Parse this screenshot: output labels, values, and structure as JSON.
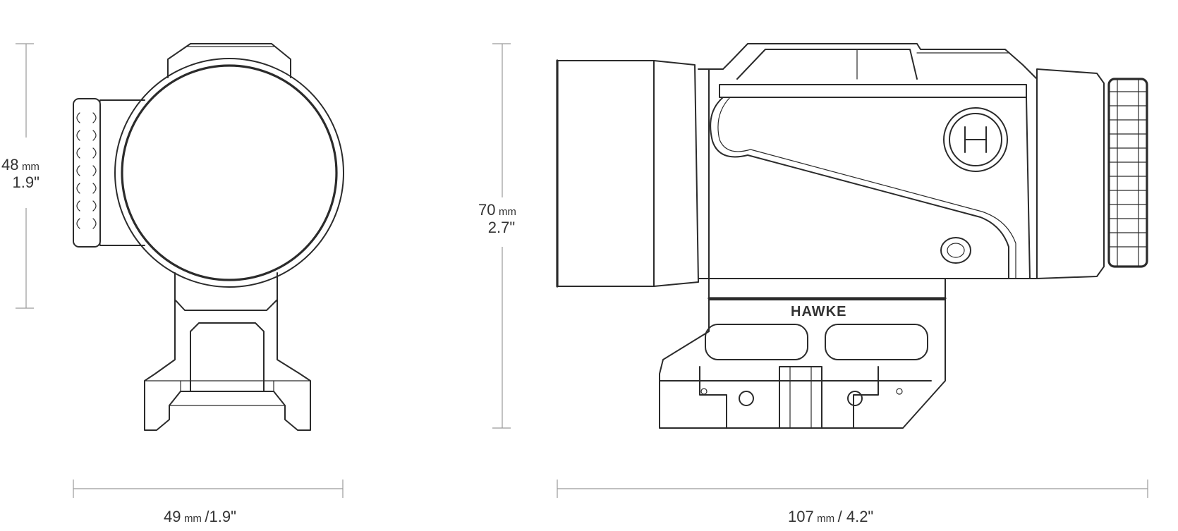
{
  "front_view": {
    "height": {
      "value": "48",
      "unit": "mm",
      "imperial": "1.9\""
    },
    "width": {
      "value": "49",
      "unit": "mm",
      "imperial": "/1.9\""
    }
  },
  "side_view": {
    "height": {
      "value": "70",
      "unit": "mm",
      "imperial": "2.7\""
    },
    "length": {
      "value": "107",
      "unit": "mm",
      "imperial": "/ 4.2\""
    },
    "brand_logo_text": "HAWKE"
  },
  "colors": {
    "line": "#2b2b2b",
    "dimension": "#9a9a9a",
    "background": "#ffffff"
  }
}
